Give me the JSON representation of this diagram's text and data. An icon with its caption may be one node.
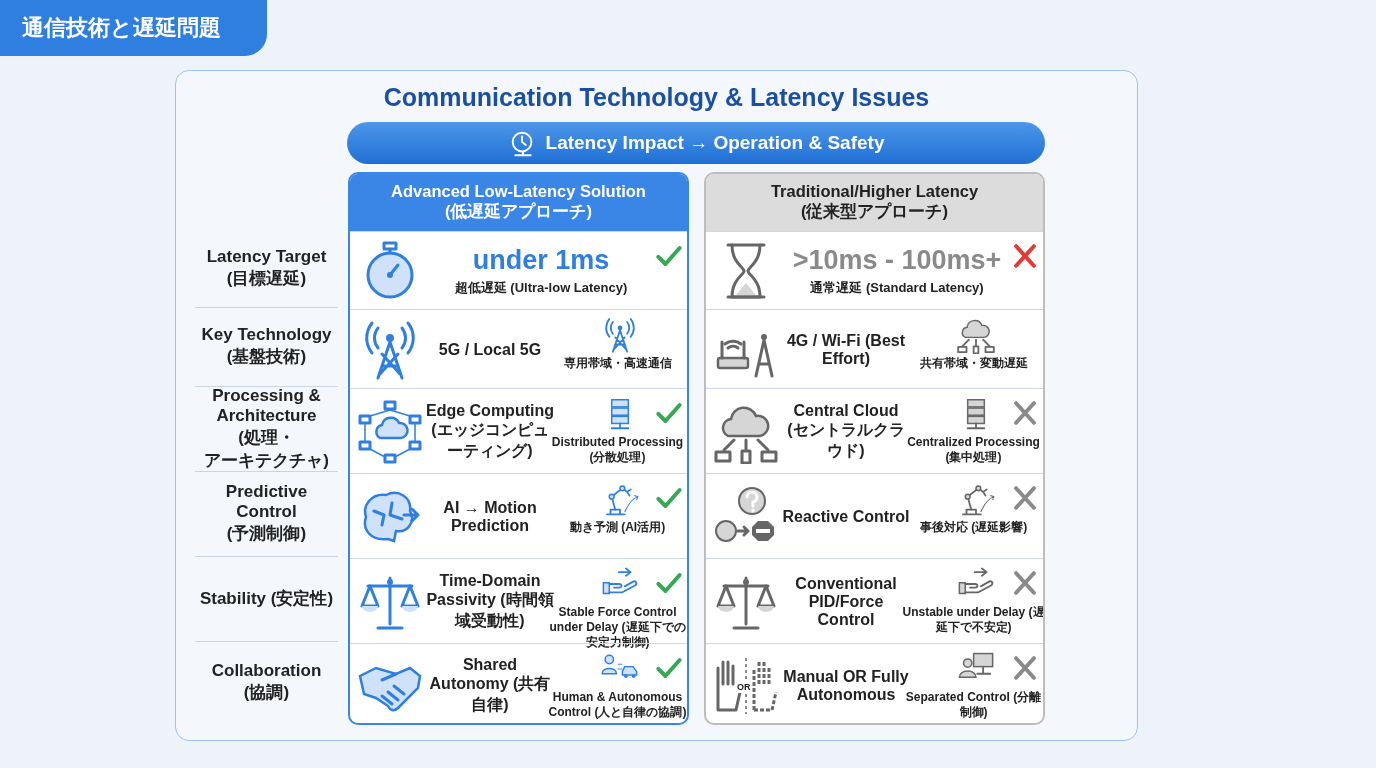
{
  "diagram": {
    "title": "通信技術と遅延問題",
    "nodes": [
      {
        "text": [
          "Communication Technology & Latency Issues"
        ]
      },
      {
        "text": [
          "Latency Impact → Operation & Safety"
        ],
        "in": 0
      },
      {
        "text": [
          "Advanced Low-Latency Solution (低遅延アプローチ)"
        ],
        "in": 0
      },
      {
        "text": [
          "under 1ms",
          "超低遅延 (Ultra-low Latency)"
        ],
        "in": 2
      },
      {
        "text": [
          "5G / Local 5G",
          "専用帯域・高速通信"
        ],
        "in": 2
      },
      {
        "text": [
          "Edge Computing (エッジコンピューティング)",
          "Distributed Processing (分散処理)"
        ],
        "in": 2
      },
      {
        "text": [
          "AI → Motion Prediction",
          "動き予測 (AI活用)"
        ],
        "in": 2
      },
      {
        "text": [
          "Time-Domain Passivity (時間領域受動性)",
          "Stable Force Control under Delay (遅延下での安定力制御)"
        ],
        "in": 2
      },
      {
        "text": [
          "Shared Autonomy (共有自律)",
          "Human & Autonomous Control (人と自律の協調)"
        ],
        "in": 2
      },
      {
        "text": [
          "Traditional/Higher Latency (従来型アプローチ)"
        ],
        "in": 0
      },
      {
        "text": [
          ">10ms - 100ms+",
          "通常遅延 (Standard Latency)"
        ],
        "in": 9
      },
      {
        "text": [
          "4G / Wi-Fi (Best Effort)",
          "共有帯域・変動遅延"
        ],
        "in": 9
      },
      {
        "text": [
          "Central Cloud (セントラルクラウド)",
          "Centralized Processing (集中処理)"
        ],
        "in": 9
      },
      {
        "text": [
          "Reactive Control",
          "事後対応 (遅延影響)"
        ],
        "in": 9
      },
      {
        "text": [
          "Conventional PID/Force Control",
          "Unstable under Delay (遅延下で不安定)"
        ],
        "in": 9
      },
      {
        "text": [
          "OR",
          "Manual OR Fully Autonomous",
          "Separated Control (分離制御)"
        ],
        "in": 9
      }
    ],
    "labels": [
      "Latency Target (目標遅延)",
      "Key Technology (基盤技術)",
      "Processing & Architecture (処理・アーキテクチャ)",
      "Predictive Control (予測制御)",
      "Stability (安定性)",
      "Collaboration (協調)"
    ]
  }
}
